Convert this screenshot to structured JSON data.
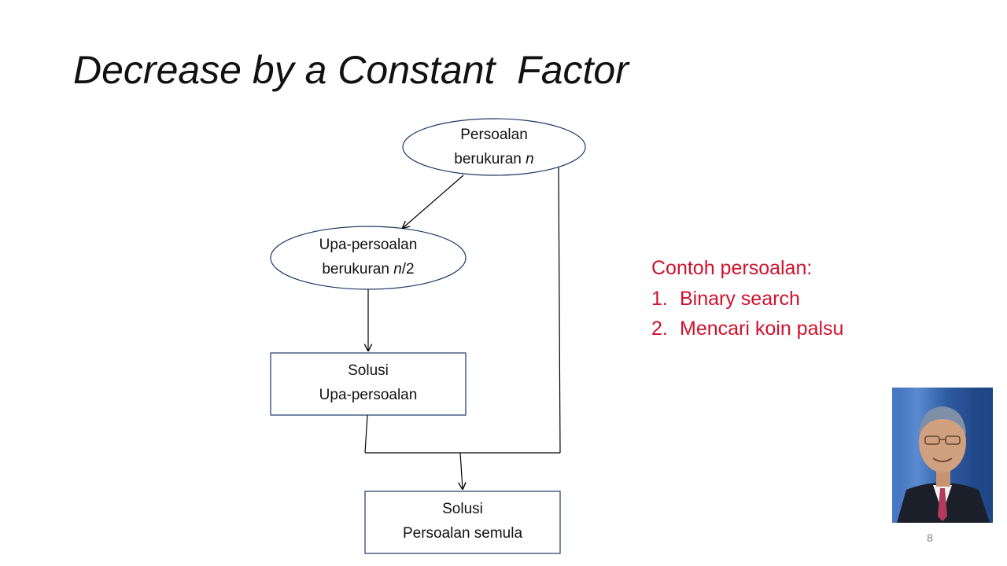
{
  "slide": {
    "title": "Decrease by a Constant  Factor",
    "page_number": "8"
  },
  "diagram": {
    "nodes": {
      "problem": {
        "line1": "Persoalan",
        "line2_prefix": "berukuran ",
        "line2_var": "n",
        "line2_suffix": ""
      },
      "subproblem": {
        "line1": "Upa-persoalan",
        "line2_prefix": "berukuran ",
        "line2_var": "n",
        "line2_suffix": "/2"
      },
      "subsolution": {
        "line1": "Solusi",
        "line2": "Upa-persoalan"
      },
      "solution": {
        "line1": "Solusi",
        "line2": "Persoalan semula"
      }
    },
    "colors": {
      "stroke": "#1f3864",
      "arrow": "#000000"
    }
  },
  "examples": {
    "heading": "Contoh persoalan:",
    "items": [
      {
        "num": "1.",
        "text": "Binary search"
      },
      {
        "num": "2.",
        "text": "Mencari koin palsu"
      }
    ],
    "color": "#d0122d"
  },
  "photo": {
    "icon": "presenter-portrait"
  }
}
